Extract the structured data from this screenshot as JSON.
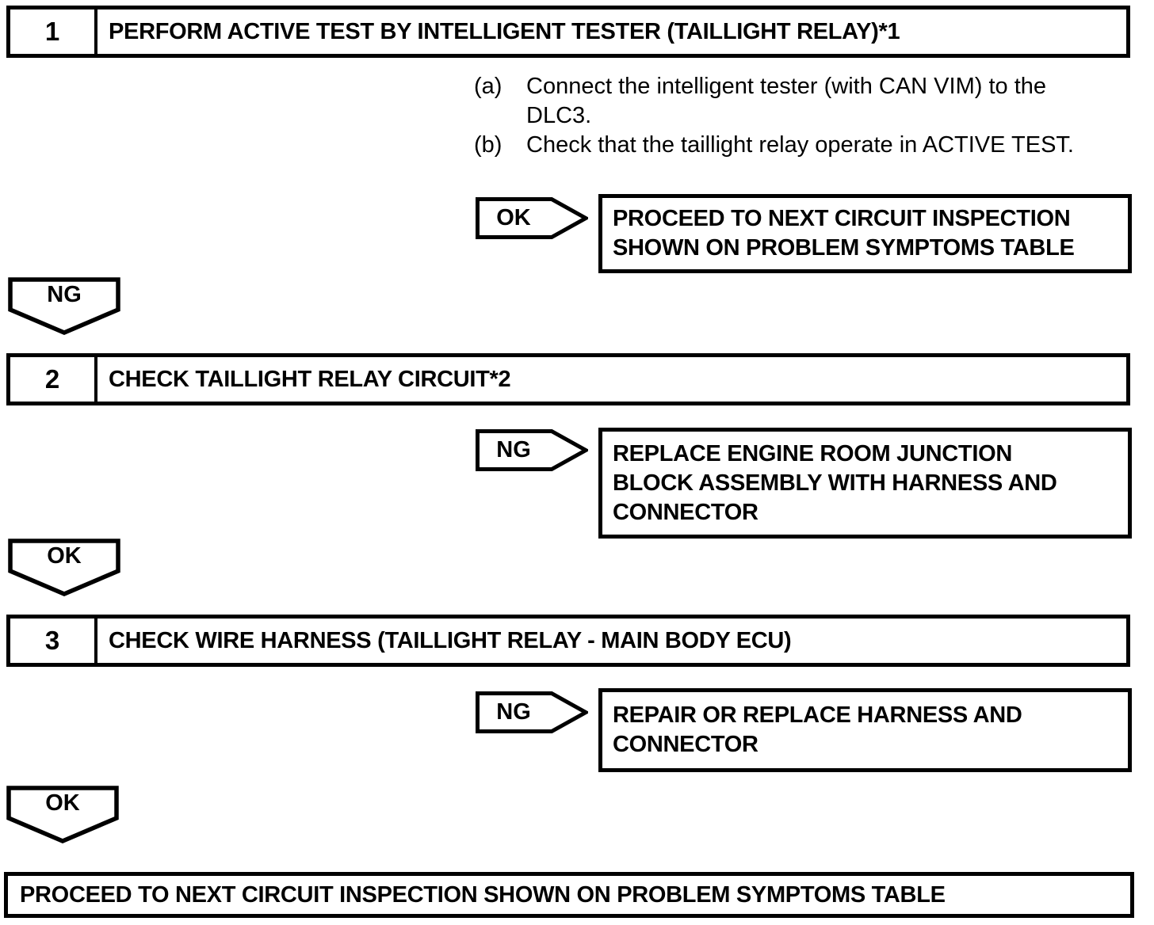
{
  "colors": {
    "ink": "#000000",
    "background": "#ffffff"
  },
  "steps": [
    {
      "number": "1",
      "title": "PERFORM ACTIVE TEST BY INTELLIGENT TESTER (TAILLIGHT RELAY)*1",
      "instructions": [
        {
          "marker": "(a)",
          "lines": [
            "Connect the intelligent tester (with CAN VIM) to the",
            "DLC3."
          ]
        },
        {
          "marker": "(b)",
          "lines": [
            "Check that the taillight relay operate in ACTIVE TEST."
          ]
        }
      ],
      "branch": {
        "tag": "OK",
        "result_lines": [
          "PROCEED TO NEXT CIRCUIT INSPECTION",
          "SHOWN ON PROBLEM SYMPTOMS TABLE"
        ]
      },
      "connector": "NG"
    },
    {
      "number": "2",
      "title": "CHECK TAILLIGHT RELAY CIRCUIT*2",
      "branch": {
        "tag": "NG",
        "result_lines": [
          "REPLACE ENGINE ROOM JUNCTION",
          "BLOCK ASSEMBLY WITH HARNESS AND",
          "CONNECTOR"
        ]
      },
      "connector": "OK"
    },
    {
      "number": "3",
      "title": "CHECK WIRE HARNESS (TAILLIGHT RELAY - MAIN BODY ECU)",
      "branch": {
        "tag": "NG",
        "result_lines": [
          "REPAIR OR REPLACE HARNESS AND",
          "CONNECTOR"
        ]
      },
      "connector": "OK"
    }
  ],
  "final_box": {
    "text": "PROCEED TO NEXT CIRCUIT INSPECTION SHOWN ON PROBLEM SYMPTOMS TABLE"
  }
}
